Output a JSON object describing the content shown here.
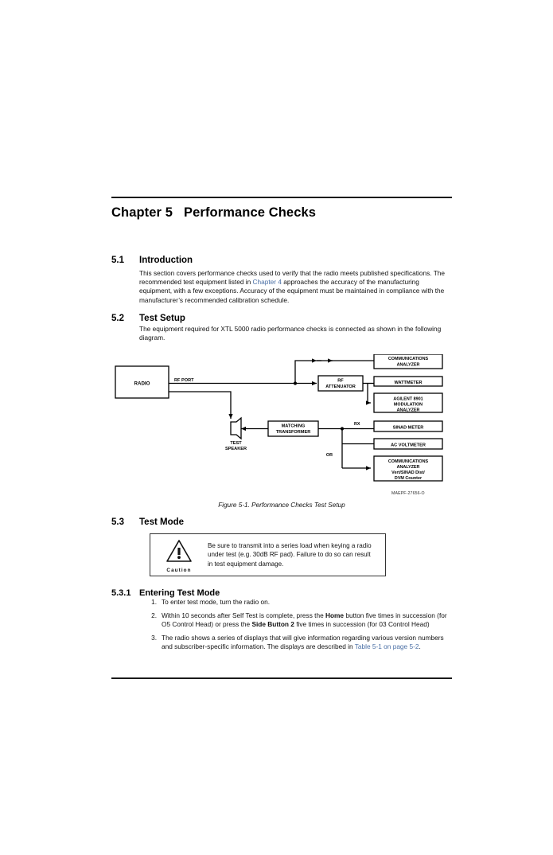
{
  "document": {
    "chapter_title": "Chapter 5   Performance Checks",
    "figure_id": "MAEPF-27656-O",
    "figure_caption": "Figure 5-1.  Performance Checks Test Setup",
    "link_color": "#4a6fa5"
  },
  "sections": {
    "introduction": {
      "number": "5.1",
      "title": "Introduction",
      "paragraph_part1": "This section covers performance checks used to verify that the radio meets published specifications. The recommended test equipment listed in ",
      "link_text": "Chapter 4",
      "paragraph_part2": " approaches the accuracy of the manufacturing equipment, with a few exceptions. Accuracy of the equipment must be maintained in compliance with the manufacturer’s recommended calibration schedule."
    },
    "test_setup": {
      "number": "5.2",
      "title": "Test Setup",
      "paragraph": "The equipment required for XTL 5000 radio performance checks is connected as shown in the following diagram."
    },
    "test_mode": {
      "number": "5.3",
      "title": "Test Mode"
    },
    "entering_test_mode": {
      "number": "5.3.1",
      "title": "Entering Test Mode"
    }
  },
  "caution": {
    "label": "Caution",
    "icon": "warning-triangle-icon",
    "text_part1": "Be sure to transmit into a series load when keying a radio under test (e.g. 30dB RF pad). Failure to do so can result in test equipment damage."
  },
  "steps": [
    {
      "marker": "1.",
      "part1": "To enter test mode, turn the radio on.",
      "bold1": "",
      "part2": "",
      "bold2": "",
      "part3": ""
    },
    {
      "marker": "2.",
      "part1": "Within 10 seconds after Self Test is complete, press the ",
      "bold1": "Home",
      "part2": " button five times in succession (for O5 Control Head) or press the ",
      "bold2": "Side Button 2",
      "part3": " five times in succession (for 03 Control Head)"
    },
    {
      "marker": "3.",
      "part1": "The radio shows a series of displays that will give information regarding various version numbers and subscriber-specific information. The displays are described in ",
      "bold1": "",
      "part2": "",
      "bold2": "",
      "part3": "",
      "link_text": "Table 5-1 on page 5-2",
      "tail": "."
    }
  ],
  "diagram": {
    "type": "block-diagram",
    "blocks": [
      {
        "name": "radio",
        "label": "RADIO"
      },
      {
        "name": "rf-attenuator",
        "label": "RF\nATTENUATOR"
      },
      {
        "name": "matching-transformer",
        "label": "MATCHING\nTRANSFORMER"
      },
      {
        "name": "communications-analyzer-top",
        "label": "COMMUNICATIONS\nANALYZER"
      },
      {
        "name": "wattmeter",
        "label": "WATTMETER"
      },
      {
        "name": "agilent-modulation-analyzer",
        "label": "AGILENT 8901\nMODULATION\nANALYZER"
      },
      {
        "name": "sinad-meter",
        "label": "SINAD METER"
      },
      {
        "name": "ac-voltmeter",
        "label": "AC VOLTMETER"
      },
      {
        "name": "communications-analyzer-bottom",
        "label": "COMMUNICATIONS\nANALYZER\nVert/SINAD Dist/\nDVM Counter"
      }
    ],
    "labels": {
      "rf_port": "RF PORT",
      "test_speaker": "TEST\nSPEAKER",
      "rx": "RX",
      "or": "OR"
    }
  }
}
